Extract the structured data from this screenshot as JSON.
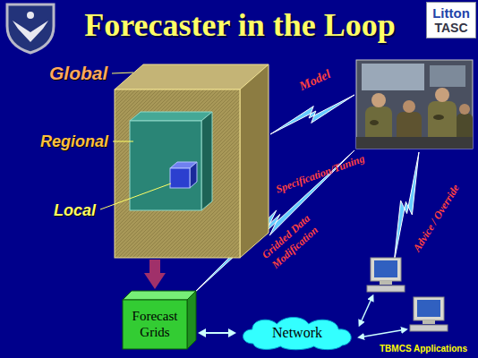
{
  "diagram": {
    "title": "Forecaster in the Loop",
    "nodes": [
      {
        "text": [
          "Litton",
          "TASC"
        ]
      },
      {
        "text": [
          "Global"
        ]
      },
      {
        "text": [
          "Regional"
        ],
        "in": 1
      },
      {
        "text": [
          "Local"
        ],
        "in": 2
      },
      {
        "text": [
          "Forecast Grids"
        ]
      },
      {
        "text": [
          "Network"
        ]
      }
    ],
    "edges": [
      {
        "from": 1,
        "to": 4,
        "arrow": "to"
      },
      {
        "from": 4,
        "to": 5,
        "arrow": "both"
      }
    ],
    "labels": [
      "Model",
      "Specification/Tuning",
      "Gridded Data",
      "Modification",
      "Advice / Override",
      "TBMCS Applications"
    ]
  }
}
